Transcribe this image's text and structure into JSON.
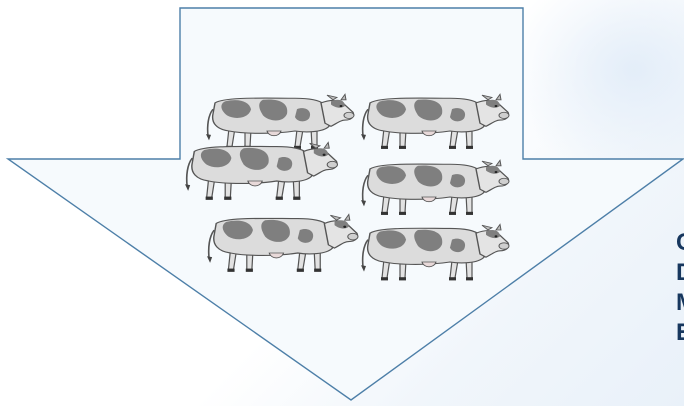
{
  "diagram": {
    "shape": "down-arrow",
    "fill_color": "#f6fafd",
    "stroke_color": "#4d7fa8",
    "image": {
      "subject": "cow-herd",
      "count": 6,
      "body_color": "#d9d9d9",
      "patch_color": "#7f7f7f"
    }
  },
  "side_text": {
    "color": "#17375e",
    "lines": [
      "C",
      "D",
      "M",
      "E"
    ]
  }
}
